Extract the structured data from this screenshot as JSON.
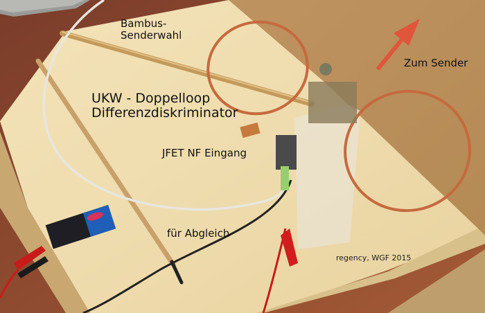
{
  "image": {
    "description": "Photo of a home-built FM (UKW) double-loop differential discriminator antenna on a plywood board, with annotations",
    "colors": {
      "plywood": "#efdcae",
      "cardboard": "#b88f58",
      "floor": "#8a4a2c",
      "copper": "#c56a3e",
      "arrow": "#e0553c",
      "text": "#111111"
    }
  },
  "annotations": {
    "bambus_line1": "Bambus-",
    "bambus_line2": "Senderwahl",
    "ukw_line1": "UKW - Doppelloop",
    "ukw_line2": "Differenzdiskriminator",
    "zum_sender": "Zum Sender",
    "jfet": "JFET NF Eingang",
    "abgleich": "für Abgleich",
    "credit": "regency, WGF 2015"
  },
  "objects": {
    "arrow_icon": "arrow-up-right-icon",
    "battery": "9V battery"
  }
}
